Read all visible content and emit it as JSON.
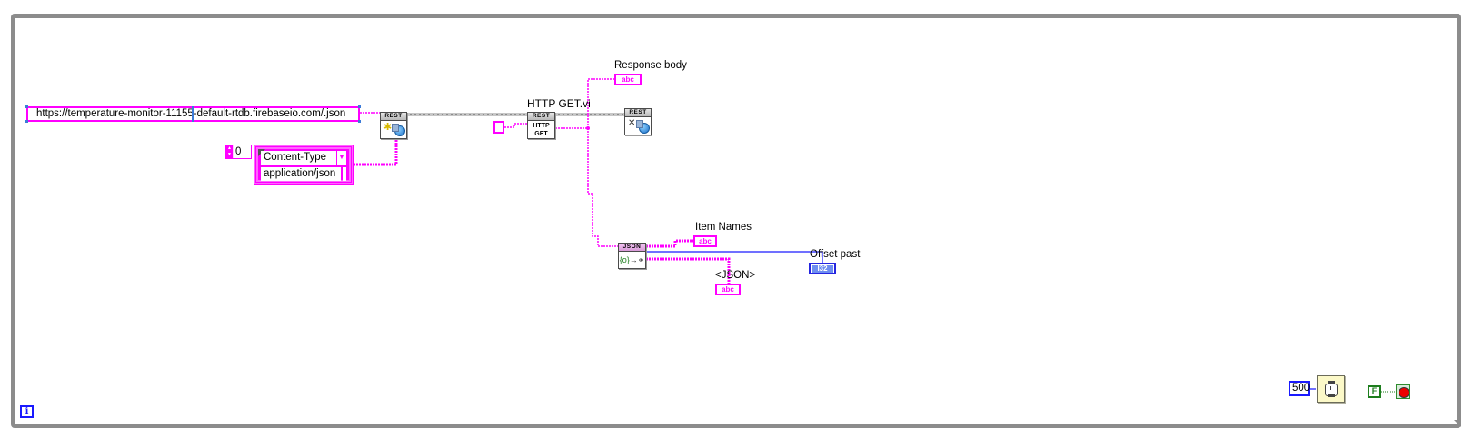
{
  "diagram": {
    "type": "LabVIEW block diagram (While Loop)",
    "url_constant": "https://temperature-monitor-11155-default-rtdb.firebaseio.com/.json",
    "open_handle_node": {
      "header": "REST",
      "icon": "open-handle-icon"
    },
    "headers_array": {
      "index": "0",
      "header_name": "Content-Type",
      "header_value": "application/json"
    },
    "http_get_node": {
      "label": "HTTP GET.vi",
      "header": "REST",
      "body_line1": "HTTP",
      "body_line2": "GET"
    },
    "close_handle_node": {
      "header": "REST",
      "icon": "close-handle-icon"
    },
    "response_body_indicator": {
      "label": "Response body",
      "type": "abc"
    },
    "json_node": {
      "header": "JSON",
      "icon": "json-to-variant-icon"
    },
    "item_names_indicator": {
      "label": "Item Names",
      "type": "abc"
    },
    "offset_past_indicator": {
      "label": "Offset past",
      "type": "I32"
    },
    "json_indicator": {
      "label": "<JSON>",
      "type": "abc"
    },
    "wait_constant": "500",
    "wait_node": {
      "icon": "wait-ms-icon"
    },
    "stop_constant": "F",
    "iteration_terminal": "i"
  },
  "colors": {
    "string_wire": "#ff00ff",
    "numeric_wire": "#1a1aff",
    "boolean_wire": "#1e7e1e",
    "refnum_wire": "#8c8c8c",
    "frame": "#8c8c8c"
  }
}
